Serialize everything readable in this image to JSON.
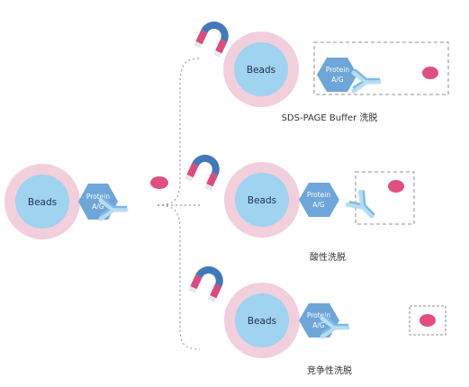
{
  "colors": {
    "bead_outer": "#f2cfdc",
    "bead_inner": "#9fd3ef",
    "protein": "#6fa6d9",
    "antibody_light": "#b9dcf1",
    "antibody_dark": "#7cbbe5",
    "antigen": "#e0507f",
    "magnet_pink": "#d94c7f",
    "magnet_blue": "#4378b8",
    "dashed_box": "#a8a8a8",
    "connector": "#9a9a9a"
  },
  "source": {
    "bead_label": "Beads",
    "protein_label_line1": "Protein",
    "protein_label_line2": "A/G"
  },
  "methods": [
    {
      "caption": "SDS-PAGE Buffer 洗脱",
      "bead_label": "Beads",
      "protein_label_line1": "Protein",
      "protein_label_line2": "A/G",
      "icon": "magnet-icon"
    },
    {
      "caption": "酸性洗脱",
      "bead_label": "Beads",
      "protein_label_line1": "Protein",
      "protein_label_line2": "A/G",
      "icon": "magnet-icon"
    },
    {
      "caption": "竞争性洗脱",
      "bead_label": "Beads",
      "protein_label_line1": "Protein",
      "protein_label_line2": "A/G",
      "icon": "magnet-icon"
    }
  ]
}
